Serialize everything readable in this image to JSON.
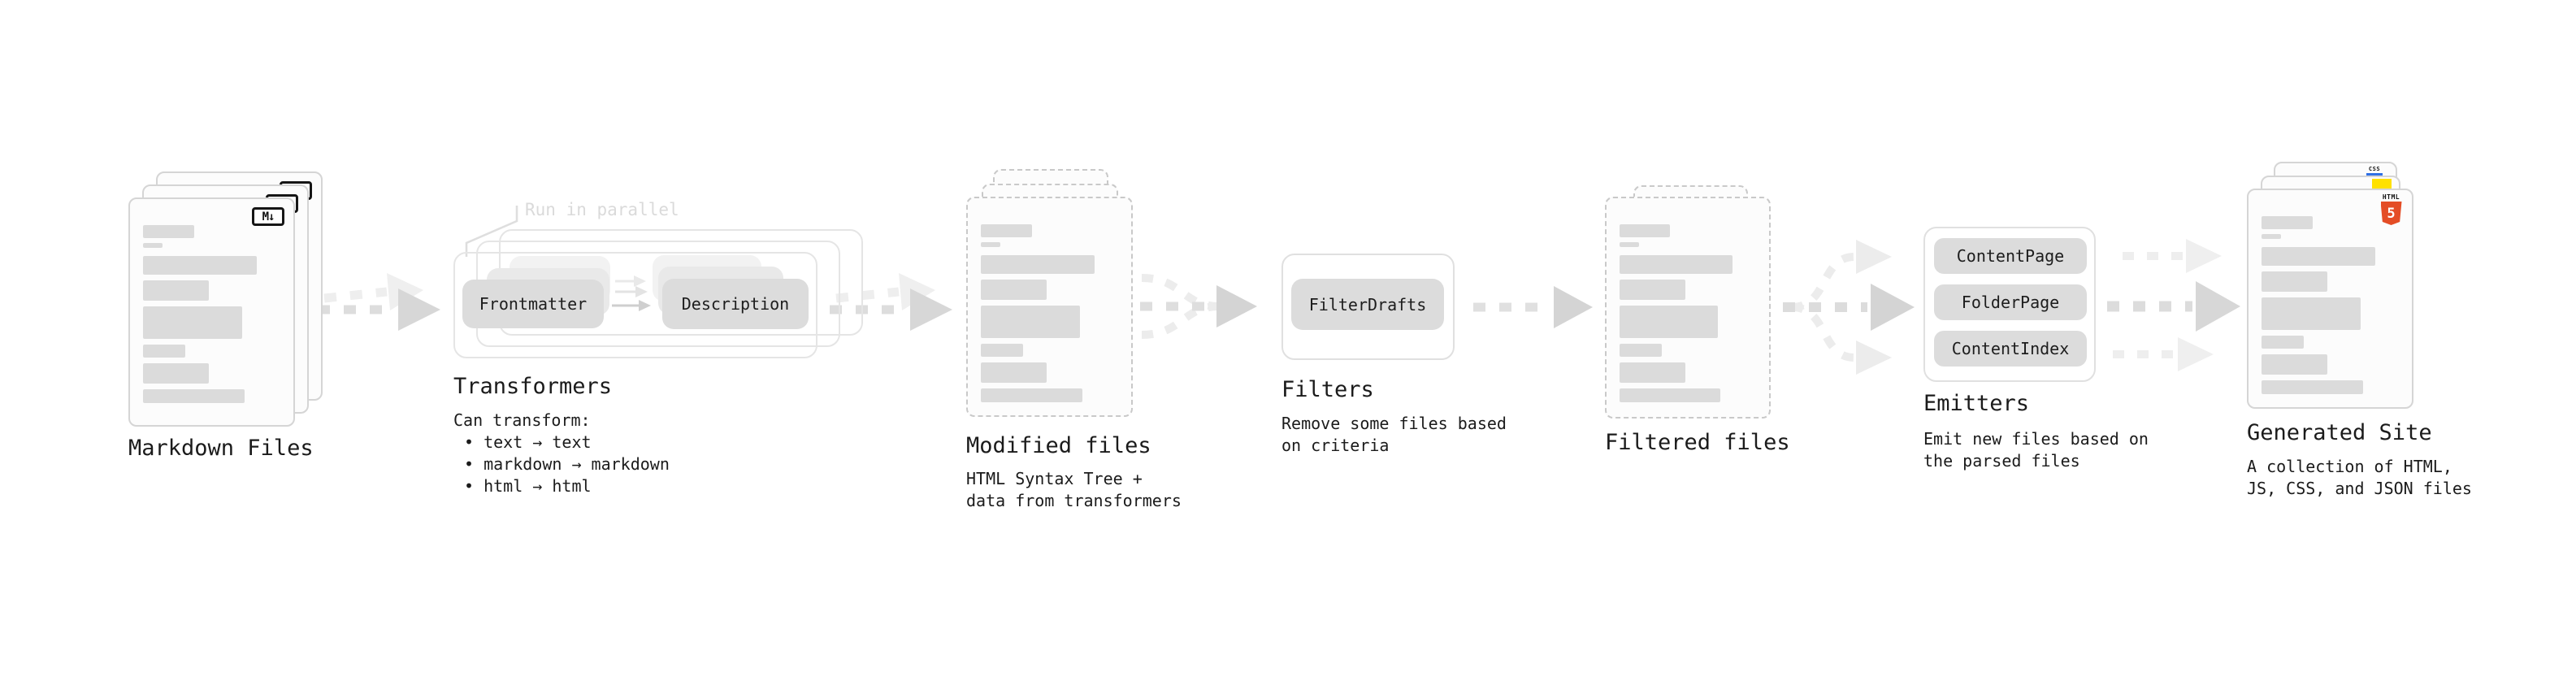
{
  "colors": {
    "ink": "#1b1b1b",
    "note": "#dadada",
    "card_border": "#d5d5d5",
    "dash_border": "#c9c9c9",
    "card_bg": "#fcfcfc",
    "pill_bg": "#dcdcdc",
    "skeleton": "#dbdbdb",
    "html5_orange": "#e44d26",
    "js_yellow": "#ffe100",
    "css_blue": "#2f6fe4"
  },
  "nodes": {
    "markdown_files": {
      "label": "Markdown Files",
      "file_badge": "M↓"
    },
    "transformers": {
      "label": "Transformers",
      "note": "Run in parallel",
      "pill_left": "Frontmatter",
      "pill_right": "Description",
      "body": [
        "Can transform:",
        "• text → text",
        "• markdown → markdown",
        "• html → html"
      ]
    },
    "modified_files": {
      "label": "Modified files",
      "body": [
        "HTML Syntax Tree +",
        "data from transformers"
      ]
    },
    "filters": {
      "label": "Filters",
      "pill": "FilterDrafts",
      "body": [
        "Remove some files based",
        "on criteria"
      ]
    },
    "filtered_files": {
      "label": "Filtered files"
    },
    "emitters": {
      "label": "Emitters",
      "pills": [
        "ContentPage",
        "FolderPage",
        "ContentIndex"
      ],
      "body": [
        "Emit new files based on",
        "the parsed files"
      ]
    },
    "generated_site": {
      "label": "Generated Site",
      "badges": {
        "css": "CSS",
        "html_word": "HTML",
        "html_number": "5"
      },
      "body": [
        "A collection of HTML,",
        "JS, CSS, and JSON files"
      ]
    }
  }
}
